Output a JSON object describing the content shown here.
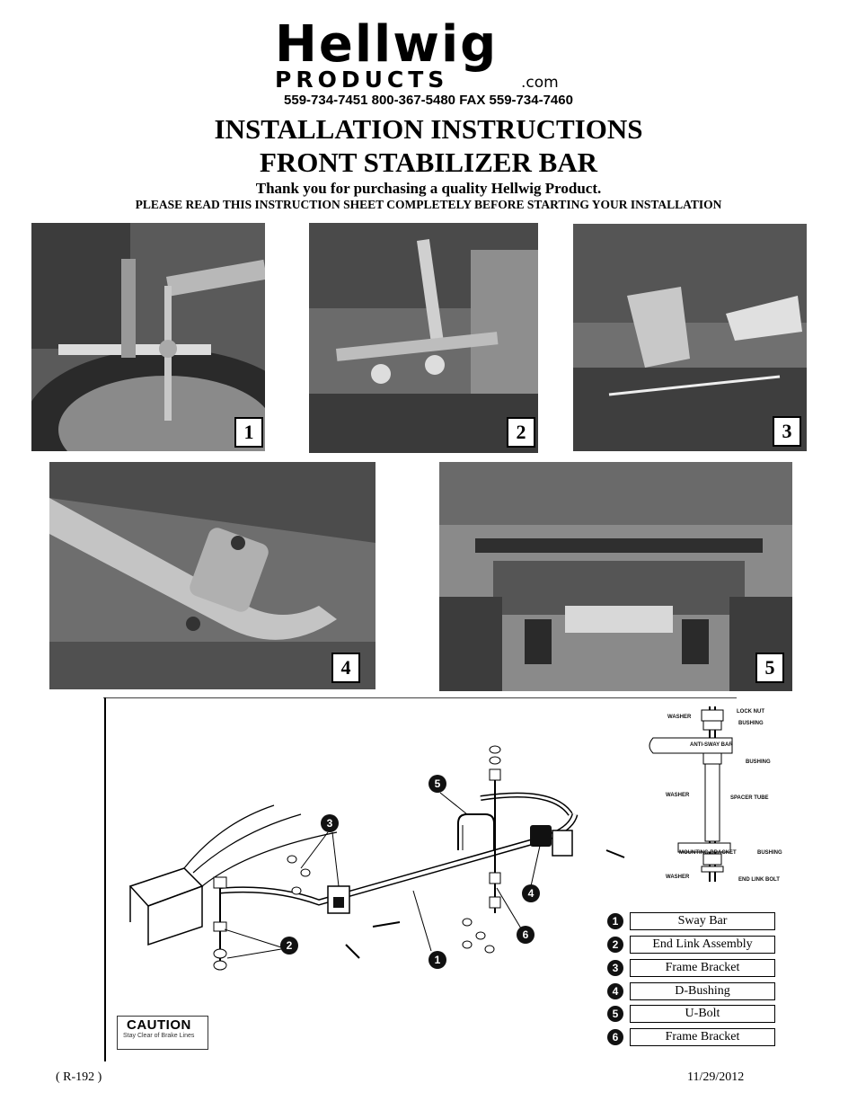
{
  "header": {
    "logo_main": "Hellwig",
    "logo_sub": "PRODUCTS",
    "logo_domain": ".com",
    "phones": "559-734-7451   800-367-5480   FAX 559-734-7460",
    "title_line1": "INSTALLATION INSTRUCTIONS",
    "title_line2": "FRONT STABILIZER BAR",
    "thanks": "Thank you for purchasing a quality Hellwig Product.",
    "please_read": "PLEASE READ THIS INSTRUCTION SHEET COMPLETELY BEFORE STARTING YOUR INSTALLATION"
  },
  "photos": [
    {
      "number": "1"
    },
    {
      "number": "2"
    },
    {
      "number": "3"
    },
    {
      "number": "4"
    },
    {
      "number": "5"
    }
  ],
  "diagram": {
    "caution_title": "CAUTION",
    "caution_text": "Stay Clear of Brake Lines",
    "callouts": [
      "1",
      "2",
      "3",
      "4",
      "5",
      "6"
    ],
    "detail_labels": {
      "washer_top": "WASHER",
      "lock_nut": "LOCK NUT",
      "bushing_top": "BUSHING",
      "anti_sway_bar": "ANTI-SWAY BAR",
      "bushing_mid": "BUSHING",
      "washer_mid": "WASHER",
      "spacer_tube": "SPACER TUBE",
      "mounting_bracket": "MOUNTING BRACKET",
      "bushing_low": "BUSHING",
      "washer_low": "WASHER",
      "end_link_bolt": "END LINK BOLT"
    }
  },
  "legend": [
    {
      "number": "1",
      "label": "Sway Bar"
    },
    {
      "number": "2",
      "label": "End Link Assembly"
    },
    {
      "number": "3",
      "label": "Frame Bracket"
    },
    {
      "number": "4",
      "label": "D-Bushing"
    },
    {
      "number": "5",
      "label": "U-Bolt"
    },
    {
      "number": "6",
      "label": "Frame Bracket"
    }
  ],
  "footer": {
    "left": "( R-192 )",
    "right": "11/29/2012"
  }
}
